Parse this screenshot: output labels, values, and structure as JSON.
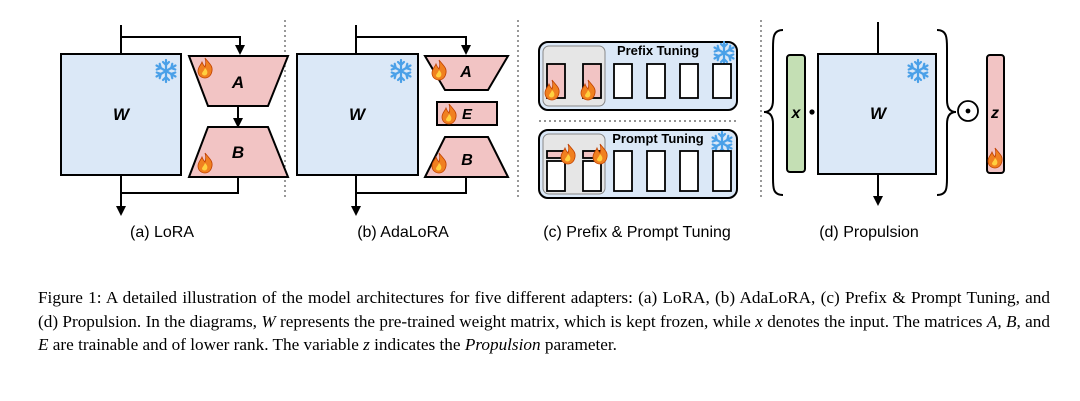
{
  "panels": {
    "lora": {
      "caption": "(a) LoRA",
      "w": "W",
      "a": "A",
      "b": "B"
    },
    "adalora": {
      "caption": "(b) AdaLoRA",
      "w": "W",
      "a": "A",
      "e": "E",
      "b": "B"
    },
    "prefix_prompt": {
      "caption": "(c) Prefix & Prompt Tuning",
      "prefix_title": "Prefix Tuning",
      "prompt_title": "Prompt Tuning"
    },
    "propulsion": {
      "caption": "(d) Propulsion",
      "x": "x",
      "w": "W",
      "z": "z",
      "odot": "⊙"
    }
  },
  "figure_caption": {
    "lead": "Figure 1: A detailed illustration of the model architectures for five different adapters: (a) LoRA, (b) AdaLoRA, (c) Prefix & Prompt Tuning, and (d) Propulsion. In the diagrams, ",
    "w": "W",
    "t1": " represents the pre-trained weight matrix, which is kept frozen, while ",
    "x": "x",
    "t2": " denotes the input. The matrices ",
    "a": "A",
    "t3": ", ",
    "b": "B",
    "t4": ", and ",
    "e": "E",
    "t5": " are trainable and of lower rank. The variable ",
    "z": "z",
    "t6": " indicates the ",
    "propulsion": "Propulsion",
    "t7": " parameter."
  },
  "colors": {
    "frozen_fill": "#dbe8f7",
    "trainable_fill": "#f2c4c4",
    "green_fill": "#c4dfb4",
    "panel_gray": "#e6e6e6",
    "snowflake": "#4aa0e8",
    "flame": "#f08020"
  },
  "icons": [
    "snowflake-icon",
    "flame-icon",
    "arrow-icon"
  ]
}
